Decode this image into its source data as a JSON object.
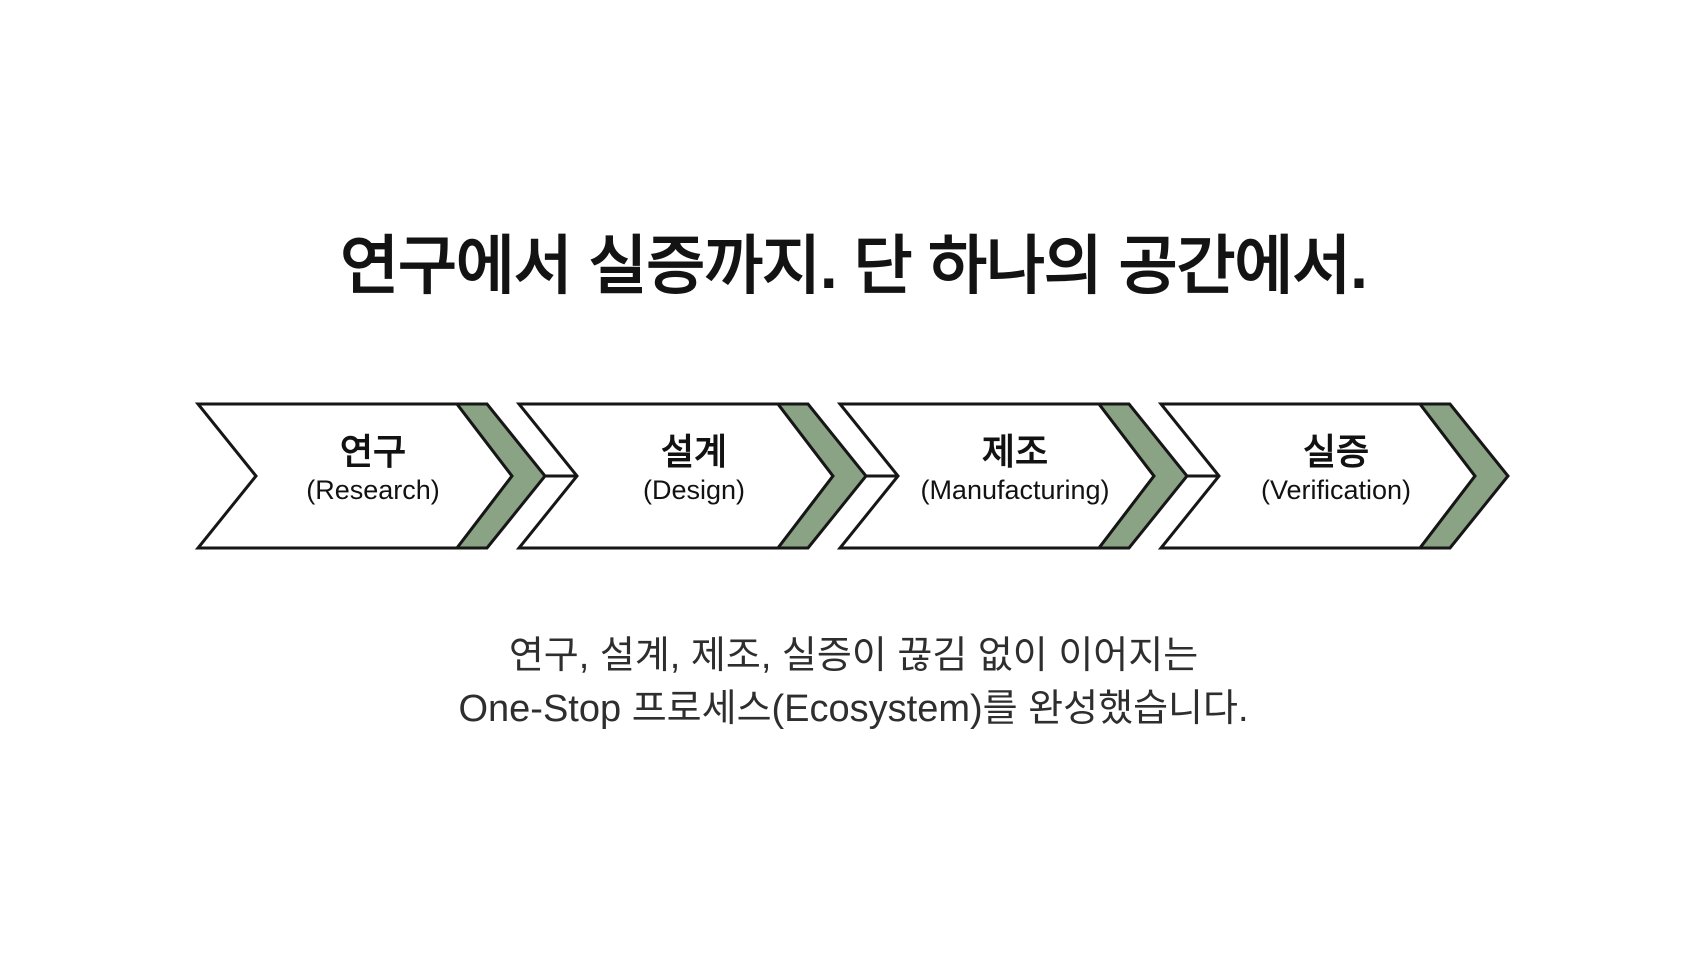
{
  "title": "연구에서 실증까지. 단 하나의 공간에서.",
  "process": {
    "steps": [
      {
        "label_ko": "연구",
        "label_en": "(Research)"
      },
      {
        "label_ko": "설계",
        "label_en": "(Design)"
      },
      {
        "label_ko": "제조",
        "label_en": "(Manufacturing)"
      },
      {
        "label_ko": "실증",
        "label_en": "(Verification)"
      }
    ]
  },
  "caption": {
    "line1": "연구, 설계, 제조, 실증이 끊김 없이 이어지는",
    "line2": "One-Stop 프로세스(Ecosystem)를 완성했습니다."
  },
  "colors": {
    "accent_green": "#8aa384",
    "outline_black": "#161616",
    "arrow_fill_white": "#ffffff"
  }
}
